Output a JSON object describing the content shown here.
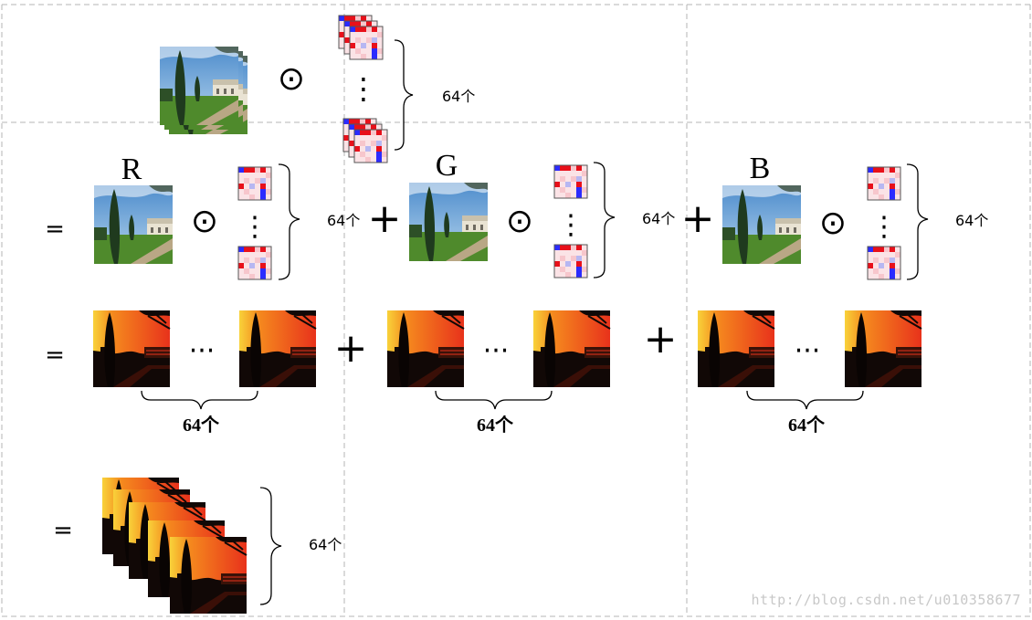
{
  "labels": {
    "count": "64个",
    "equals": "=",
    "plus": "+",
    "dots_h": "···",
    "dots_v": "⋮",
    "hadamard": "⊙",
    "channels": [
      "R",
      "G",
      "B"
    ]
  },
  "watermark": "http://blog.csdn.net/u010358677",
  "colors": {
    "grid_line": "#b4b4b4",
    "kernel_red": "#e8101a",
    "kernel_blue": "#2b2bff",
    "kernel_pink": "#f7c6cc",
    "kernel_light_blue": "#b7b7f2",
    "kernel_light_pink": "#fbe3e6",
    "featuremap_red": "#e8321b",
    "featuremap_orange": "#f58a1e",
    "featuremap_yellow": "#f8d23a",
    "sky_blue": "#6aa4d8",
    "grass_green": "#4f8a2c",
    "tree_dark": "#1f3a1e"
  },
  "icons": {
    "photo": "outdoor-photo-thumbnail",
    "kernel": "conv-kernel-heatmap",
    "featuremap": "feature-map-thumbnail"
  }
}
